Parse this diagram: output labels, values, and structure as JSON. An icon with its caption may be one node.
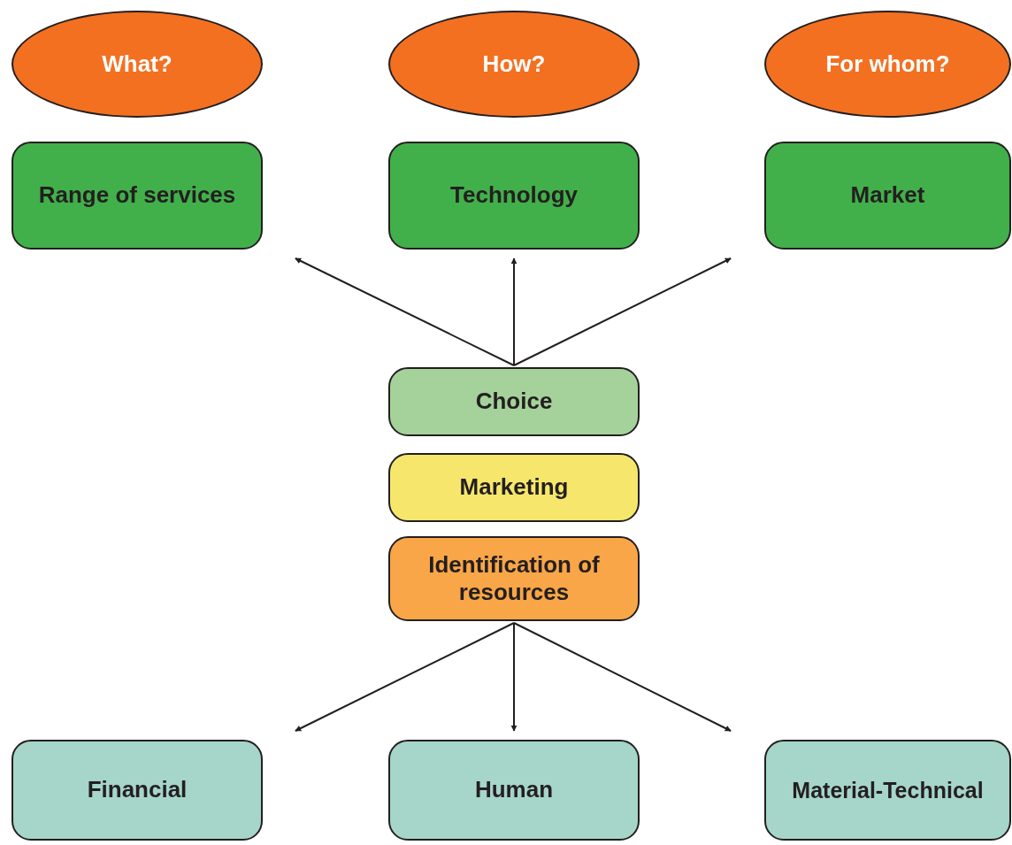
{
  "diagram": {
    "nodes": [
      {
        "text": [
          "What?"
        ]
      },
      {
        "text": [
          "How?"
        ]
      },
      {
        "text": [
          "For whom?"
        ]
      },
      {
        "text": [
          "Range of services"
        ]
      },
      {
        "text": [
          "Technology"
        ]
      },
      {
        "text": [
          "Market"
        ]
      },
      {
        "text": [
          "Choice"
        ]
      },
      {
        "text": [
          "Marketing"
        ]
      },
      {
        "text": [
          "Identification of resources"
        ]
      },
      {
        "text": [
          "Financial"
        ]
      },
      {
        "text": [
          "Human"
        ]
      },
      {
        "text": [
          "Material-Technical"
        ]
      }
    ],
    "edges": [
      {
        "from": 6,
        "to": 3,
        "arrow": "to"
      },
      {
        "from": 6,
        "to": 4,
        "arrow": "to"
      },
      {
        "from": 6,
        "to": 5,
        "arrow": "to"
      },
      {
        "from": 8,
        "to": 9,
        "arrow": "to"
      },
      {
        "from": 8,
        "to": 10,
        "arrow": "to"
      },
      {
        "from": 8,
        "to": 11,
        "arrow": "to"
      }
    ]
  }
}
